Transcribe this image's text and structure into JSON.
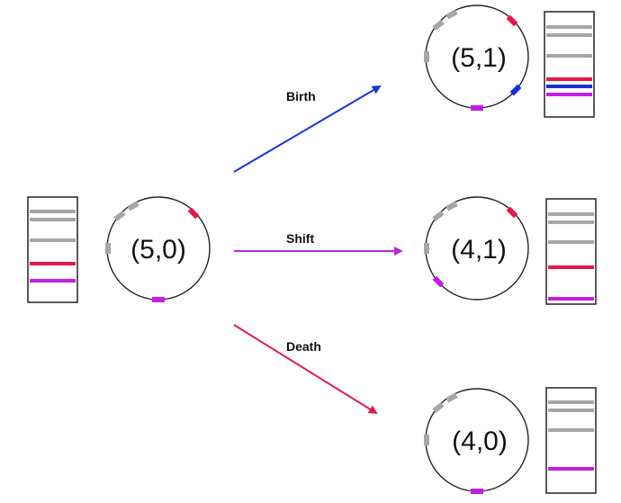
{
  "colors": {
    "gray": "#a6a6a6",
    "red": "#e8174a",
    "purple": "#c21ee0",
    "blue": "#1530d9",
    "birth_arrow": "#1a35d6",
    "shift_arrow": "#b42bd6",
    "death_arrow": "#de1d4e",
    "outline": "#222222"
  },
  "states": {
    "origin": {
      "label": "(5,0)"
    },
    "birth": {
      "label": "(5,1)"
    },
    "shift": {
      "label": "(4,1)"
    },
    "death": {
      "label": "(4,0)"
    }
  },
  "transitions": {
    "birth": {
      "label": "Birth"
    },
    "shift": {
      "label": "Shift"
    },
    "death": {
      "label": "Death"
    }
  }
}
